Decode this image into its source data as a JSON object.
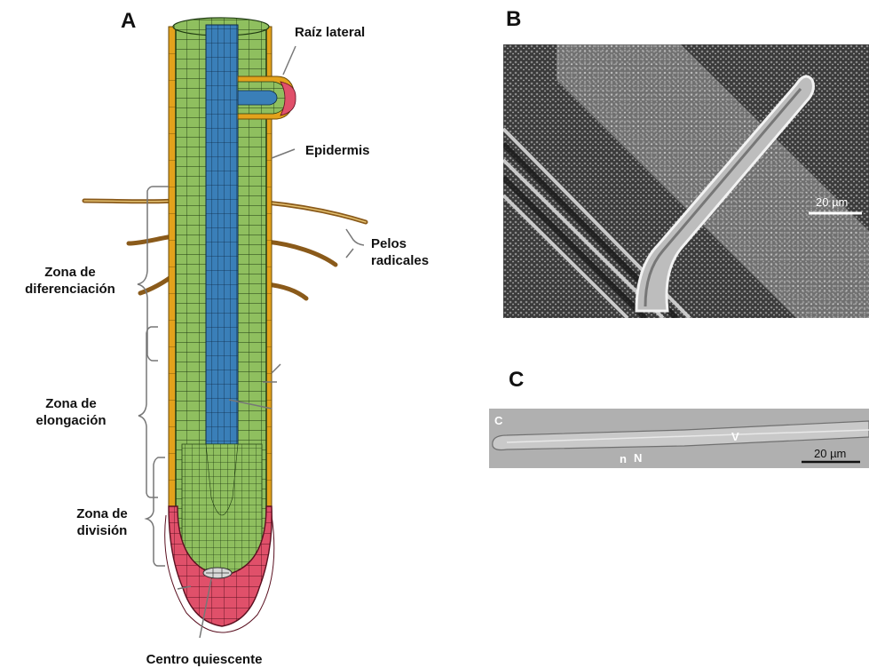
{
  "panels": {
    "a": "A",
    "b": "B",
    "c": "C"
  },
  "labels": {
    "lateral_root": "Raíz lateral",
    "epidermis": "Epidermis",
    "root_hairs_line1": "Pelos",
    "root_hairs_line2": "radicales",
    "diff_zone_line1": "Zona de",
    "diff_zone_line2": "diferenciación",
    "elong_zone_line1": "Zona de",
    "elong_zone_line2": "elongación",
    "div_zone_line1": "Zona de",
    "div_zone_line2": "división",
    "quiescent_center": "Centro quiescente"
  },
  "micrograph_b": {
    "scale_bar": "20 µm"
  },
  "micrograph_c": {
    "scale_bar": "20 µm",
    "marks": {
      "c": "C",
      "n_small": "n",
      "n_big": "N",
      "v": "V"
    }
  },
  "colors": {
    "cortex_green": "#8fbf5f",
    "stele_blue": "#3a7fb8",
    "epidermis_orange": "#e3a21c",
    "root_cap_red": "#e0506a",
    "hair_brown": "#8a5a1a"
  }
}
